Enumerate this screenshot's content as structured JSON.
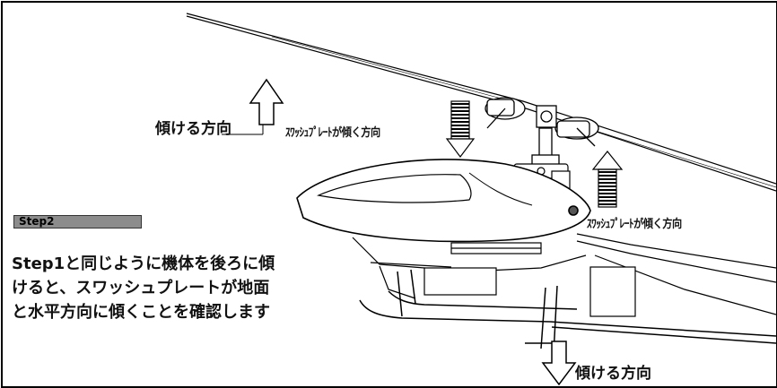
{
  "step": {
    "badge": "Step2"
  },
  "labels": {
    "tilt_direction_top": "傾ける方向",
    "tilt_direction_bottom": "傾ける方向",
    "swash_tilt_front": "ｽﾜｯｼｭﾌﾟﾚｰﾄが傾く方向",
    "swash_tilt_rear": "ｽﾜｯｼｭﾌﾟﾚｰﾄが傾く方向"
  },
  "instruction": {
    "line1": "Step1と同じように機体を後ろに傾",
    "line2": "けると、スワッシュプレートが地面",
    "line3": "と水平方向に傾くことを確認します"
  },
  "colors": {
    "badge": "#8c8c8c",
    "line": "#000000",
    "background": "#ffffff"
  },
  "icons": {
    "tilt_up": "arrow-up-outline-icon",
    "tilt_down": "arrow-down-outline-icon",
    "swash_down": "hatched-arrow-down-icon",
    "swash_up": "hatched-arrow-up-icon"
  }
}
